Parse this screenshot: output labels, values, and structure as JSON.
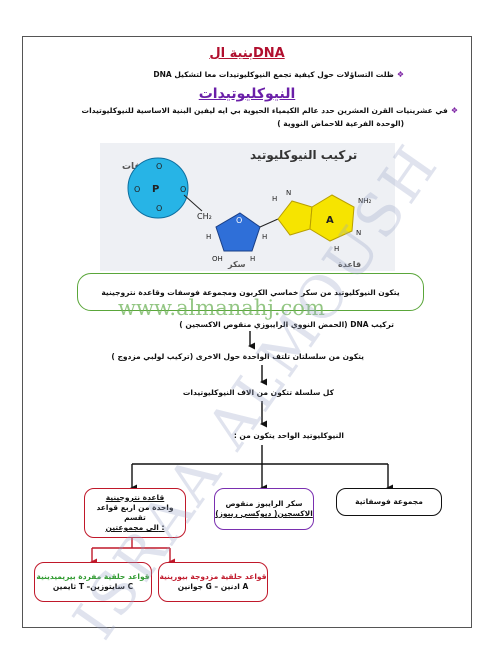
{
  "header": {
    "title1": "بنية الDNA",
    "bullet1": "ظلت التساؤلات حول كيفية تجمع النيوكليوتيدات معا لتشكيل DNA",
    "title2": "النيوكليوتيدات",
    "bullet2_line1": "في عشرينيات القرن العشرين حدد عالم الكيمياء الحيوية بي ايه ليفين البنية الاساسية للنيوكليوتيدات",
    "bullet2_line2": "(الوحدة الفرعية للاحماض النووية )"
  },
  "figure": {
    "title": "تركيب النيوكليوتيد",
    "phosphate_label": "الفوسفات",
    "sugar_label": "سكر",
    "base_label": "قاعدة",
    "base_letter": "A"
  },
  "flow": {
    "green_box": "يتكون النيوكليوتيد من سكر خماسي الكربون ومجموعة فوسفات وقاعدة نتروجينية",
    "step1": "تركيب DNA (الحمض النووي الرايبوزي منقوص الاكسجين )",
    "step2": "يتكون من سلسلتان تلتف الواحدة حول الاخرى (تركيب لولبي مزدوج )",
    "step3": "كل سلسلة تتكون من الاف النيوكليوتيدات",
    "step4": "النيوكليوتيد الواحد يتكون من :"
  },
  "components": {
    "phosphate": "مجموعة فوسفاتية",
    "sugar_line1": "سكر الرايبوز منقوص",
    "sugar_line2": "الاكسجين( ديوكسي ريبوز)",
    "base_line1": "قاعدة نتروجينية",
    "base_line2": "واحدة من اربع قواعد تقسم",
    "base_line3": "الى مجموعتين :"
  },
  "base_groups": {
    "purines_line1": "قواعد حلقية مزدوجة بيورينية",
    "purines_line2": "جوانين G – ادنين A",
    "pyrimidines_line1": "قواعد حلقية مفردة بيريميدينية",
    "pyrimidines_line2": "ثايمين T –سايتوزين C"
  },
  "watermark": {
    "url": "www.almanahj.com",
    "diagonal": "ISRAA ALMOUSH"
  },
  "colors": {
    "title_red": "#b10f2e",
    "title_purple": "#6a1fa8",
    "green_border": "#5aa63a",
    "adenine_yellow": "#f6e400",
    "sugar_blue": "#2f6fd8",
    "phosphate_blue": "#27b4e6"
  }
}
